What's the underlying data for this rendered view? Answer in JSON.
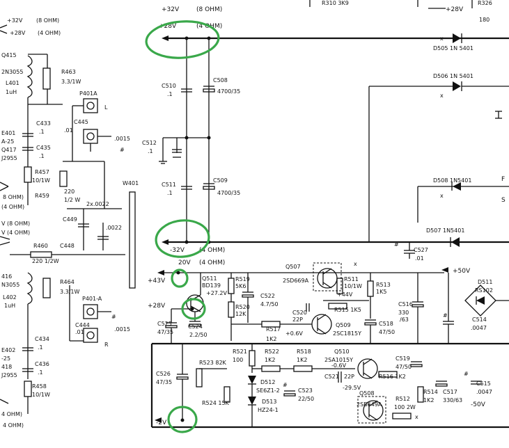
{
  "rails": {
    "plus32": "+32V",
    "eight_ohm": "(8 OHM)",
    "plus28": "+28V",
    "four_ohm": "(4 OHM)",
    "minus32": "-32V",
    "four_ohm_b": "(4 OHM)",
    "twenty_v": "20V",
    "four_ohm_c": "(4 OHM)",
    "plus43": "+43V",
    "plus28b": "+28V",
    "minus2": "-2V",
    "plus50": "+50V",
    "minus50": "-50V",
    "plus28_top": "+28V"
  },
  "left_panel": {
    "top_32": "+32V",
    "top_8ohm": "(8 OHM)",
    "top_28": "+28V",
    "top_4ohm": "(4 OHM)",
    "q415": "Q415",
    "q415_type": "2N3055",
    "l401": "L401",
    "l401_val": "1uH",
    "r463": "R463",
    "r463_val": "3.3/1W",
    "p401a": "P401A",
    "l_label": "L",
    "c445": "C445",
    "c445_val": ".01",
    "cap_0015": ".0015",
    "c433": "C433",
    "c433_val": ".1",
    "c435": "C435",
    "c435_val": ".1",
    "e401": "E401",
    "e401_val": "A-25",
    "q417": "Q417",
    "q417_type": "J2955",
    "r457": "R457",
    "r457_val": "10/1W",
    "r459": "R459",
    "r459_val": "220",
    "r459_w": "1/2 W",
    "c_2x": "2x.0022",
    "ohm8": "8 OHM)",
    "ohm4": "(4 OHM)",
    "w401": "W401",
    "c449": "C449",
    "c_0022": ".0022",
    "v8ohm": "V (8 OHM)",
    "v4ohm": "V (4 OHM)",
    "r460": "R460",
    "c448": "C448",
    "r460_val": "220  1/2W",
    "q416": "416",
    "q416_type": "N3055",
    "l402": "L402",
    "l402_val": "1uH",
    "r464": "R464",
    "r464_val": "3.3/1W",
    "p401a_b": "P401-A",
    "c444": "C444",
    "c444_val": ".01",
    "cap_0015b": ".0015",
    "r_label": "R",
    "c434": "C434",
    "c434_val": ".1",
    "e402": "E402",
    "e402_val": "-25",
    "q418": "418",
    "q418_type": "J2955",
    "c436": "C436",
    "c436_val": ".1",
    "r458": "R458",
    "r458_val": "10/1W",
    "ohm4_b": "4 OHM)"
  },
  "top_strip": {
    "r310": "R310  3K9",
    "r326": "R326",
    "r326_val": "180"
  },
  "caps": {
    "c510": "C510",
    "c510_val": ".1",
    "c508": "C508",
    "c508_val": "4700/35",
    "c512": "C512",
    "c512_val": ".1",
    "c511": "C511",
    "c511_val": ".1",
    "c509": "C509",
    "c509_val": "4700/35",
    "c527": "C527",
    "c527_val": ".01",
    "c522": "C522",
    "c522_val": "4.7/50",
    "c520": "C520",
    "c520_val": "22P",
    "c516": "C516",
    "c516_val": "330",
    "c516_v": "/63",
    "c514": "C514",
    "c514_val": ".0047",
    "c525": "C525",
    "c525_val": "47/35",
    "c524": "C524",
    "c524_val": "2.2/50",
    "c518": "C518",
    "c518_val": "47/50",
    "c526": "C526",
    "c526_val": "47/35",
    "c521": "C521",
    "c521_val": "22P",
    "c523": "C523",
    "c523_val": "22/50",
    "c519": "C519",
    "c519_val": "47/50",
    "c517": "C517",
    "c517_val": "330/63",
    "c515": "C515",
    "c515_val": ".0047"
  },
  "diodes": {
    "d505": "D505  1N 5401",
    "d506": "D506  1N 5401",
    "d508": "D508  1N5401",
    "d507": "D507  1N5401",
    "d511": "D511",
    "d511_type": "RS102",
    "d512": "D512",
    "d512_type": "SE6Z1-2",
    "d513": "D513",
    "d513_type": "HZ24-1",
    "f_label": "F",
    "s_label": "S"
  },
  "transistors": {
    "q507": "Q507",
    "q507_type": "2SD669A",
    "q511": "Q511",
    "q511_type": "BD139",
    "q509": "Q509",
    "q509_type": "2SC1815Y",
    "q510": "Q510",
    "q510_type": "2SA1015Y",
    "q508": "Q508",
    "q508_type": "2SB649A"
  },
  "resistors": {
    "r519": "R519",
    "r519_val": "5K6",
    "r520": "R520",
    "r520_val": "12K",
    "r511": "R511",
    "r511_val": "10/1W",
    "r513": "R513",
    "r513_val": "1K5",
    "r515": "R515  1K5",
    "r517": "R517",
    "r517_val": "1K2",
    "r521": "R521",
    "r521_val": "100",
    "r522": "R522",
    "r522_val": "1K2",
    "r518": "R518",
    "r518_val": "1K2",
    "r516": "R516  1K2",
    "r523": "R523  82K",
    "r524": "R524  15K",
    "r514": "R514",
    "r514_val": "1K2",
    "r512": "R512",
    "r512_val": "100  2W"
  },
  "voltages": {
    "v272": "+27.2V",
    "v44": "+44V",
    "v06": "+0.6V",
    "vm06": "-0.6V",
    "vm295": "-29.5V"
  },
  "markers": {
    "x": "x",
    "hash": "#"
  },
  "colors": {
    "highlight": "#3aa84a",
    "ink": "#111111"
  }
}
